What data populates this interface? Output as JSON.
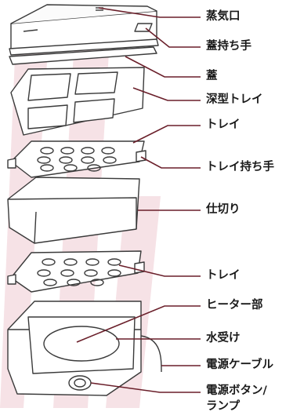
{
  "labels": {
    "steam_vent": "蒸気口",
    "lid_handle": "蓋持ち手",
    "lid": "蓋",
    "deep_tray": "深型トレイ",
    "tray_top": "トレイ",
    "tray_handle": "トレイ持ち手",
    "divider": "仕切り",
    "tray_bottom": "トレイ",
    "heater": "ヒーター部",
    "water_receiver": "水受け",
    "power_cable": "電源ケーブル",
    "power_button_line1": "電源ボタン/",
    "power_button_line2": "ランプ"
  },
  "colors": {
    "outline": "#3a3a3a",
    "part_fill": "#ffffff",
    "leader": "#6a1f2a",
    "watermark": "#f6e2e6",
    "text": "#1a1a1a"
  }
}
